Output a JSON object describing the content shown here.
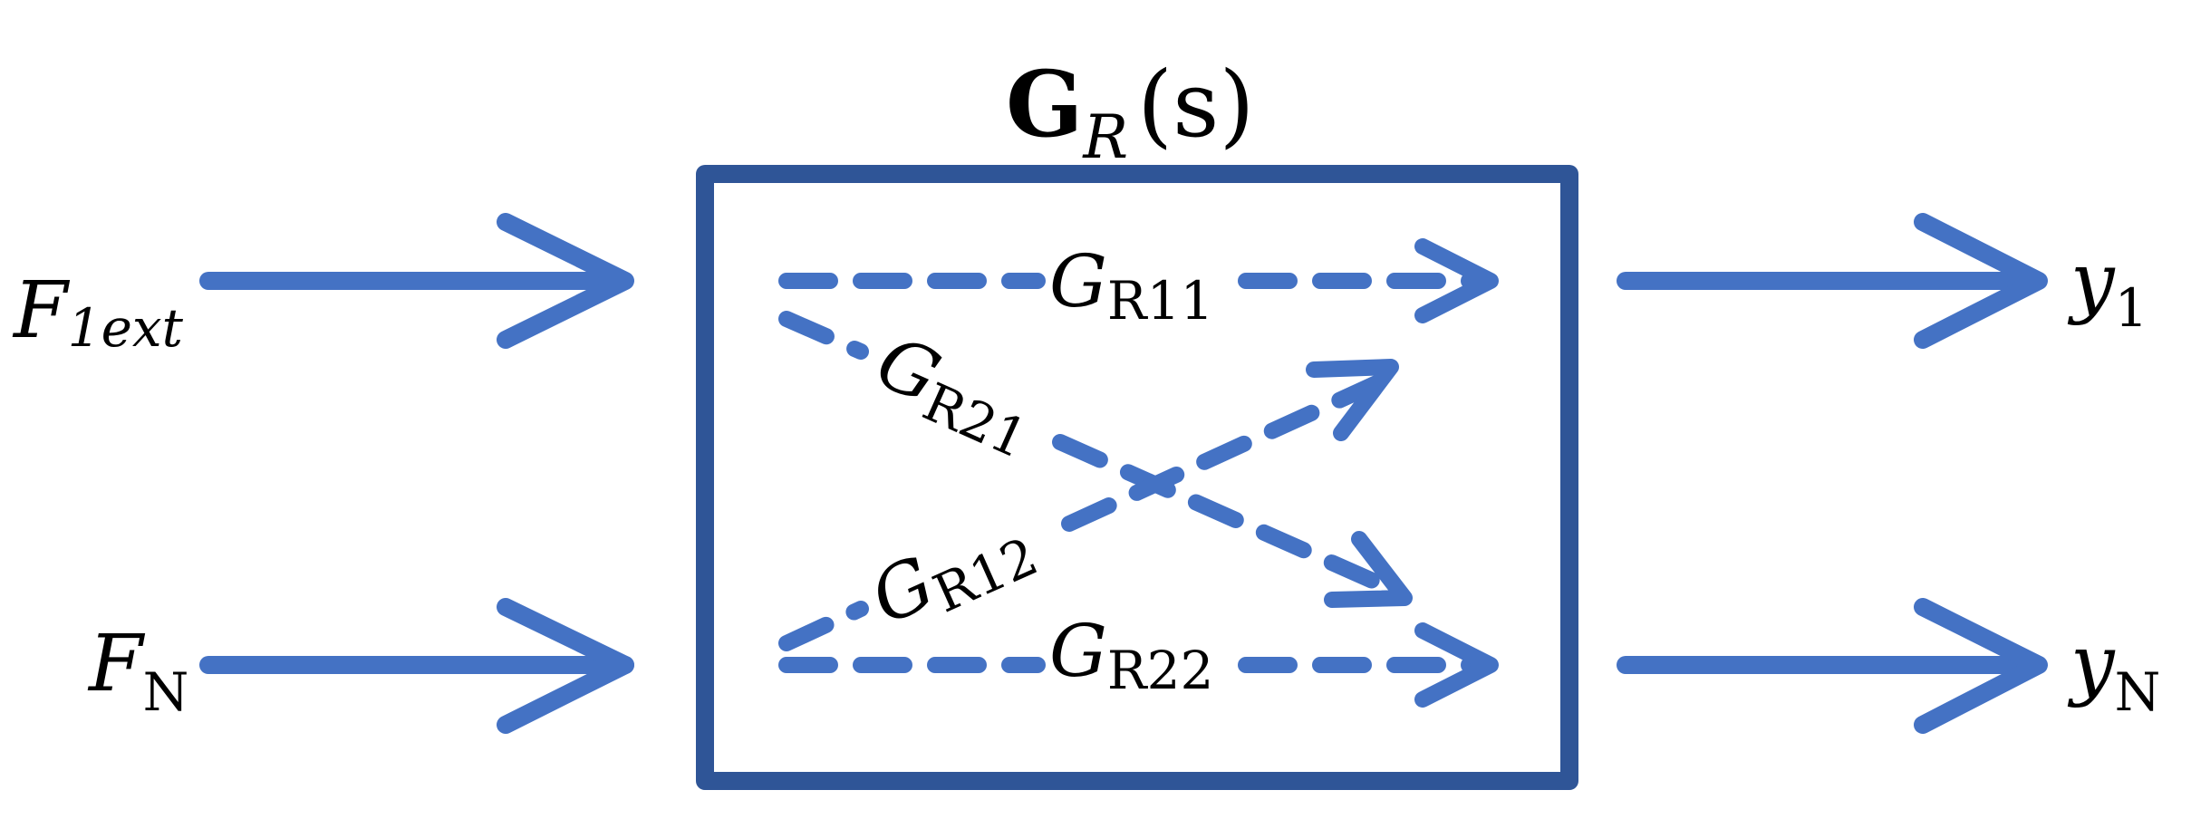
{
  "colors": {
    "arrow": "#4472c4",
    "box": "#2f5597",
    "text": "#000000"
  },
  "block": {
    "title_main": "G",
    "title_sub": "R",
    "title_arg": "(s)"
  },
  "inputs": [
    {
      "symbol": "F",
      "subscript": "1ext"
    },
    {
      "symbol": "F",
      "subscript": "N"
    }
  ],
  "outputs": [
    {
      "symbol": "y",
      "subscript": "1"
    },
    {
      "symbol": "y",
      "subscript": "N"
    }
  ],
  "paths": [
    {
      "symbol": "G",
      "subscript": "R11"
    },
    {
      "symbol": "G",
      "subscript": "R21"
    },
    {
      "symbol": "G",
      "subscript": "R12"
    },
    {
      "symbol": "G",
      "subscript": "R22"
    }
  ]
}
